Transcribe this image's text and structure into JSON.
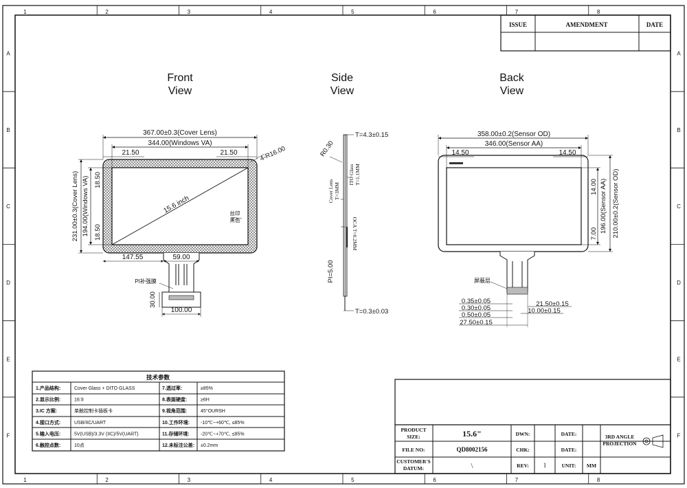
{
  "frame": {
    "col_numbers": [
      "1",
      "2",
      "3",
      "4",
      "5",
      "6",
      "7",
      "8"
    ],
    "row_letters": [
      "A",
      "B",
      "C",
      "D",
      "E",
      "F"
    ]
  },
  "revision": {
    "issue": "ISSUE",
    "amendment": "AMENDMENT",
    "date": "DATE"
  },
  "views": {
    "front_title": [
      "Front",
      "View"
    ],
    "side_title": [
      "Side",
      "View"
    ],
    "back_title": [
      "Back",
      "View"
    ]
  },
  "front": {
    "cover_width": "367.00±0.3(Cover Lens)",
    "va_width": "344.00(Windows VA)",
    "margin_left": "21.50",
    "margin_right": "21.50",
    "corner": "4-R16.00",
    "cover_height": "231.00±0.3(Cover Lens)",
    "va_height": "194.00(Windows VA)",
    "top_margin": "18.50",
    "bottom_margin": "18.50",
    "diagonal": "15.6 inch",
    "silk_label": [
      "丝印",
      "黑色"
    ],
    "fpc_offset": "147.55",
    "fpc_width": "59.00",
    "pi_label": "PI补强膜",
    "tail_height": "30.00",
    "tail_width": "100.00"
  },
  "side": {
    "thickness": "T=4.3±0.15",
    "radius": "R0.30",
    "ito_label": [
      "ITO Glass",
      "T=1.1MM"
    ],
    "cover_label": [
      "Cover Lens",
      "T=3MM"
    ],
    "oca_label": [
      "OCA T=0.2MM"
    ],
    "pi_label": "PI=5.00",
    "fpc_thickness": "T=0.3±0.03"
  },
  "back": {
    "od_width": "358.00±0.2(Sensor OD)",
    "aa_width": "346.00(Sensor AA)",
    "margin_left": "14.50",
    "margin_right": "14.50",
    "top_margin": "14.00",
    "bottom_margin": "7.00",
    "aa_height": "196.00(Sensor AA)",
    "od_height": "210.00±0.2(Sensor OD)",
    "stiff_label": "屏蔽层",
    "pin_dims": [
      "0.35±0.05",
      "0.30±0.05",
      "0.50±0.05",
      "27.50±0.15"
    ],
    "pin_right": [
      "21.50±0.15",
      "10.00±0.15"
    ]
  },
  "spec_table": {
    "title": "技术参数",
    "rows": [
      [
        "1.产品结构:",
        "Cover Glass + DITO GLASS",
        "7.透过率:",
        "≥85%"
      ],
      [
        "2.显示比例:",
        "16:9",
        "8.表面硬度:",
        "≥6H"
      ],
      [
        "3.IC 方案:",
        "单触控制卡插板卡",
        "9.视角范围:",
        "45°OURSH"
      ],
      [
        "4.接口方式:",
        "USB/IIC/UART",
        "10.工作环境:",
        "-10℃~+60℃, ≤85%"
      ],
      [
        "5.输入电压:",
        "5V(USB)/3.3V (IIC)/5V(UART)",
        "11.存储环境:",
        "-20℃~+70℃, ≤85%"
      ],
      [
        "6.触控点数:",
        "10点",
        "12.未标注公差:",
        "±0.2mm"
      ]
    ]
  },
  "title_block": {
    "product_size_label": "PRODUCT SIZE:",
    "product_size": "15.6\"",
    "file_no_label": "FILE NO:",
    "file_no": "QD8002156",
    "customer_label": "CUSTOMER'S DATUM:",
    "customer": "\\",
    "dwn_label": "DWN:",
    "chk_label": "CHK:",
    "rev_label": "REV:",
    "rev": "1",
    "date_label": "DATE:",
    "unit_label": "UNIT:",
    "unit": "MM",
    "projection": [
      "3RD ANGLE",
      "PROJECTION"
    ]
  }
}
